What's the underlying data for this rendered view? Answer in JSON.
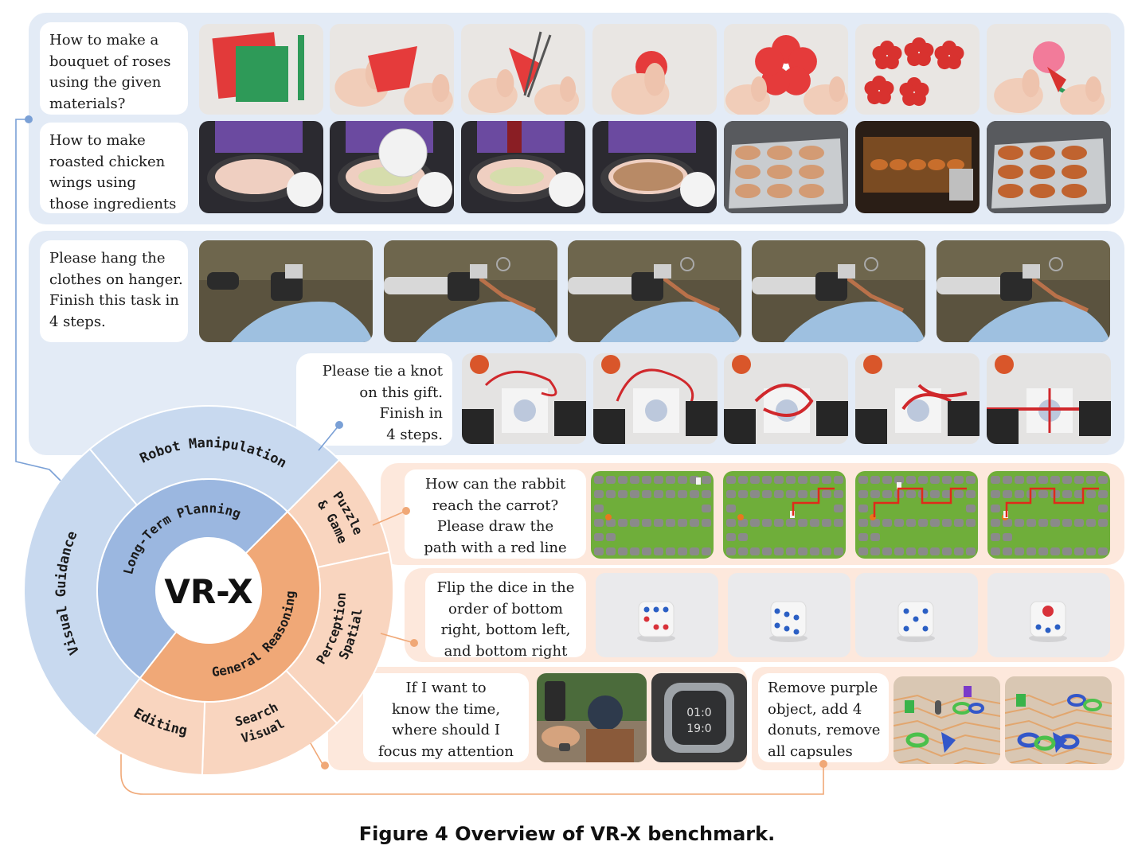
{
  "caption": "Figure 4  Overview of VR-X benchmark.",
  "wheel": {
    "center": "VR-X",
    "inner": [
      "Long-Term Planning",
      "General Reasoning"
    ],
    "outer": [
      "Visual Guidance",
      "Robot Manipulation",
      "Puzzle & Game",
      "Spatial Perception",
      "Visual Search",
      "Editing"
    ]
  },
  "tasks": {
    "roses": [
      "How to make a",
      "bouquet of roses",
      "using the given",
      "materials?"
    ],
    "chicken": [
      "How to make",
      "roasted chicken",
      "wings using",
      "those ingredients"
    ],
    "hang": [
      "Please hang the",
      "clothes on hanger.",
      "Finish this task in",
      "4 steps."
    ],
    "knot": [
      "Please tie a knot",
      "on this gift.",
      "Finish  in",
      "4 steps."
    ],
    "rabbit": [
      "How can the rabbit",
      "reach the carrot?",
      "Please draw the",
      "path with a red line"
    ],
    "dice": [
      "Flip the dice in the",
      "order of bottom",
      "right, bottom left,",
      "and bottom right"
    ],
    "time": [
      "If I want to",
      "know the time,",
      "where should I",
      "focus my attention"
    ],
    "edit": [
      "Remove purple",
      "object, add 4",
      "donuts, remove",
      "all capsules"
    ]
  },
  "colors": {
    "blue_panel": "#e3ebf6",
    "peach_panel": "#fde8dc",
    "inner_blue": "#9bb7e0",
    "inner_orange": "#f0a877",
    "outer_blue": "#c8d9ef",
    "outer_peach": "#f9d5bf",
    "connector_blue": "#7aa0d6",
    "connector_orange": "#f0a877"
  }
}
